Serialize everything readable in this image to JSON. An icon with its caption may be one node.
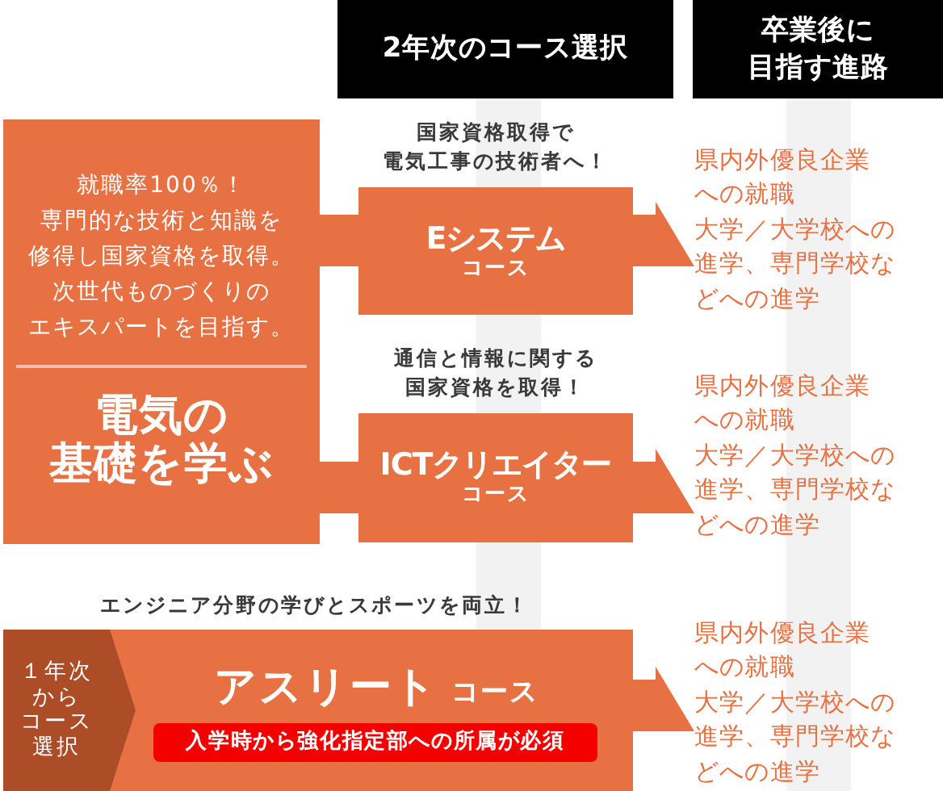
{
  "diagram": {
    "nodes": [
      {
        "text": [
          "2年次のコース選択"
        ]
      },
      {
        "text": [
          "卒業後に目指す進路"
        ]
      },
      {
        "text": [
          "就職率100％！専門的な技術と知識を修得し国家資格を取得。次世代ものづくりのエキスパートを目指す。",
          "電気の基礎を学ぶ"
        ]
      },
      {
        "text": [
          "Eシステム",
          "コース"
        ],
        "beside": [
          "国家資格取得で電気工事の技術者へ！"
        ]
      },
      {
        "text": [
          "県内外優良企業への就職",
          "大学／大学校への進学、専門学校などへの進学"
        ]
      },
      {
        "text": [
          "ICTクリエイター",
          "コース"
        ],
        "beside": [
          "通信と情報に関する国家資格を取得！"
        ]
      },
      {
        "text": [
          "県内外優良企業への就職",
          "大学／大学校への進学、専門学校などへの進学"
        ]
      },
      {
        "text": [
          "アスリート",
          "コース"
        ],
        "beside": [
          "エンジニア分野の学びとスポーツを両立！"
        ]
      },
      {
        "text": [
          "１年次からコース選択"
        ],
        "in": 7
      },
      {
        "text": [
          "入学時から強化指定部への所属が必須"
        ],
        "in": 7
      },
      {
        "text": [
          "県内外優良企業への就職",
          "大学／大学校への進学、専門学校などへの進学"
        ]
      }
    ],
    "edges": [
      {
        "from": 2,
        "to": 3,
        "arrow": "none"
      },
      {
        "from": 3,
        "to": 4,
        "arrow": "to"
      },
      {
        "from": 2,
        "to": 5,
        "arrow": "none"
      },
      {
        "from": 5,
        "to": 6,
        "arrow": "to"
      },
      {
        "from": 7,
        "to": 10,
        "arrow": "to"
      }
    ]
  }
}
